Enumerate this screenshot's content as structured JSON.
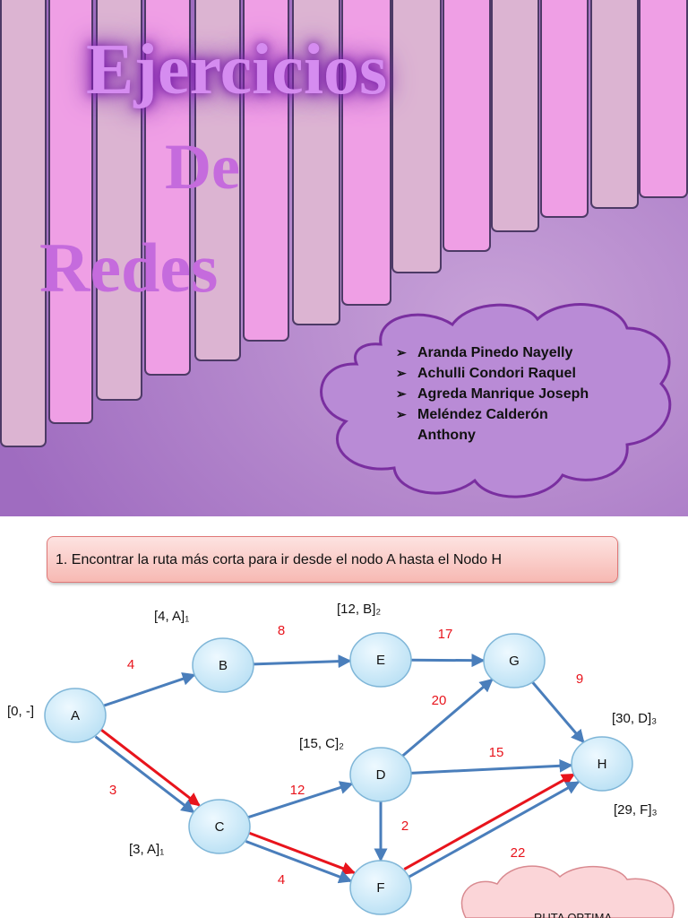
{
  "slide1": {
    "title": {
      "line1": "Ejercicios",
      "line2": "De",
      "line3": "Redes"
    },
    "authors": [
      {
        "name": "Aranda Pinedo Nayelly"
      },
      {
        "name": "Achulli Condori Raquel"
      },
      {
        "name": "Agreda Manrique Joseph"
      },
      {
        "name": "Meléndez Calderón Anthony"
      }
    ],
    "colors": {
      "background": "#b886c4",
      "stripe_light": "#dcb4d2",
      "stripe_pink": "#ef9fe5",
      "cloud_border": "#7a2fa0",
      "title": "#c56bdd"
    }
  },
  "slide2": {
    "question": "1. Encontrar la ruta más corta para ir desde el nodo A hasta el Nodo H",
    "nodes": [
      {
        "id": "A",
        "label": "[0, -]"
      },
      {
        "id": "B",
        "label": "[4, A]₁"
      },
      {
        "id": "C",
        "label": "[3, A]₁"
      },
      {
        "id": "D",
        "label": "[15, C]₂"
      },
      {
        "id": "E",
        "label": "[12, B]₂"
      },
      {
        "id": "F",
        "label": ""
      },
      {
        "id": "G",
        "label": ""
      },
      {
        "id": "H",
        "label": "[30, D]₃"
      }
    ],
    "extra_label_H": "[29, F]₃",
    "edges": [
      {
        "from": "A",
        "to": "B",
        "weight": "4",
        "optimal": false
      },
      {
        "from": "A",
        "to": "C",
        "weight": "3",
        "optimal": true
      },
      {
        "from": "B",
        "to": "E",
        "weight": "8",
        "optimal": false
      },
      {
        "from": "E",
        "to": "G",
        "weight": "17",
        "optimal": false
      },
      {
        "from": "G",
        "to": "H",
        "weight": "9",
        "optimal": false
      },
      {
        "from": "C",
        "to": "D",
        "weight": "12",
        "optimal": false
      },
      {
        "from": "C",
        "to": "F",
        "weight": "4",
        "optimal": true
      },
      {
        "from": "D",
        "to": "G",
        "weight": "20",
        "optimal": false
      },
      {
        "from": "D",
        "to": "H",
        "weight": "15",
        "optimal": false
      },
      {
        "from": "D",
        "to": "F",
        "weight": "2",
        "optimal": false
      },
      {
        "from": "F",
        "to": "H",
        "weight": "22",
        "optimal": true
      }
    ],
    "callout": "RUTA OPTIMA",
    "colors": {
      "edge": "#4a7ebb",
      "optimal_edge": "#e8141c",
      "weight_text": "#e8141c",
      "node_fill": "#d6eefa",
      "node_border": "#7fb6d8",
      "callout_fill": "#fbd5d8"
    }
  }
}
